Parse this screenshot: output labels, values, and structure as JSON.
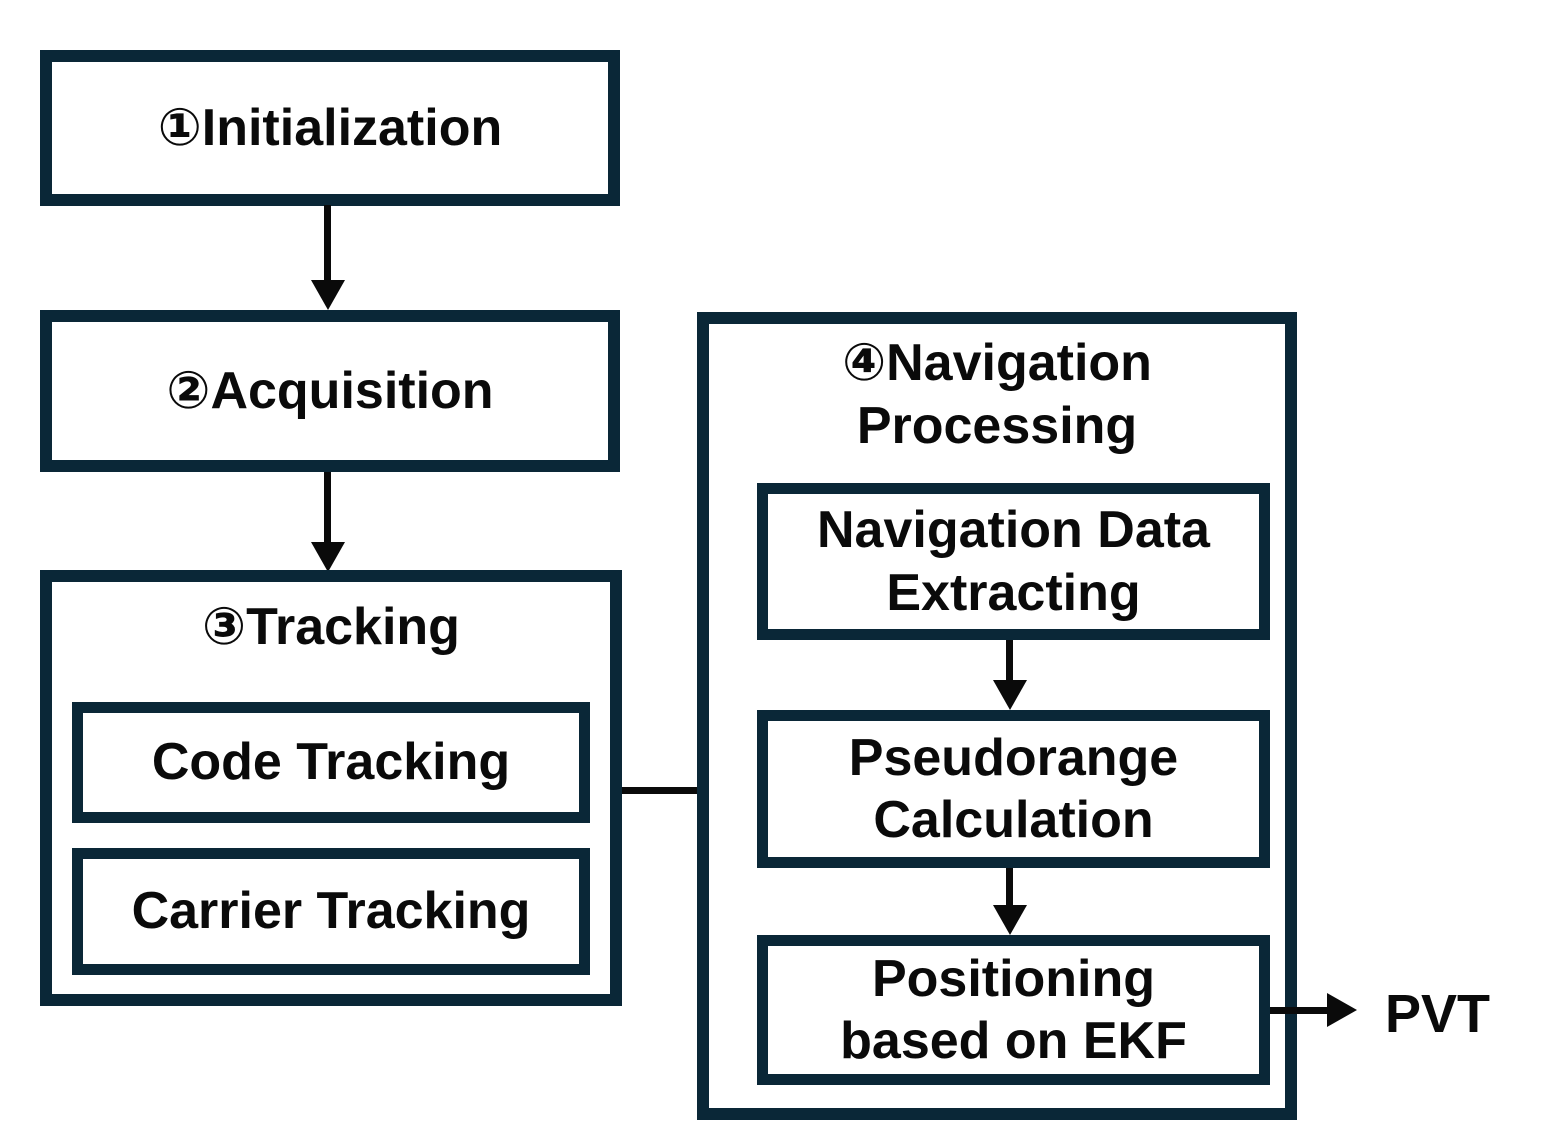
{
  "diagram": {
    "colors": {
      "box_border": "#0a2737",
      "box_fill": "#ffffff",
      "text": "#0a0a0a",
      "arrow": "#0a0a0a",
      "background": "#ffffff"
    },
    "nodes": {
      "initialization": {
        "label": "①Initialization"
      },
      "acquisition": {
        "label": "②Acquisition"
      },
      "tracking": {
        "label": "③Tracking",
        "children": {
          "code_tracking": {
            "label": "Code Tracking"
          },
          "carrier_tracking": {
            "label": "Carrier Tracking"
          }
        }
      },
      "navigation_processing": {
        "label_line1": "④Navigation",
        "label_line2": "Processing",
        "children": {
          "navigation_data_extracting": {
            "label_line1": "Navigation Data",
            "label_line2": "Extracting"
          },
          "pseudorange_calculation": {
            "label_line1": "Pseudorange",
            "label_line2": "Calculation"
          },
          "positioning_ekf": {
            "label_line1": "Positioning",
            "label_line2": "based on EKF"
          }
        }
      }
    },
    "output": {
      "label": "PVT"
    },
    "edges": [
      "initialization -> acquisition",
      "acquisition -> tracking",
      "tracking -> pseudorange_calculation",
      "navigation_data_extracting -> pseudorange_calculation",
      "pseudorange_calculation -> positioning_ekf",
      "positioning_ekf -> PVT"
    ]
  }
}
